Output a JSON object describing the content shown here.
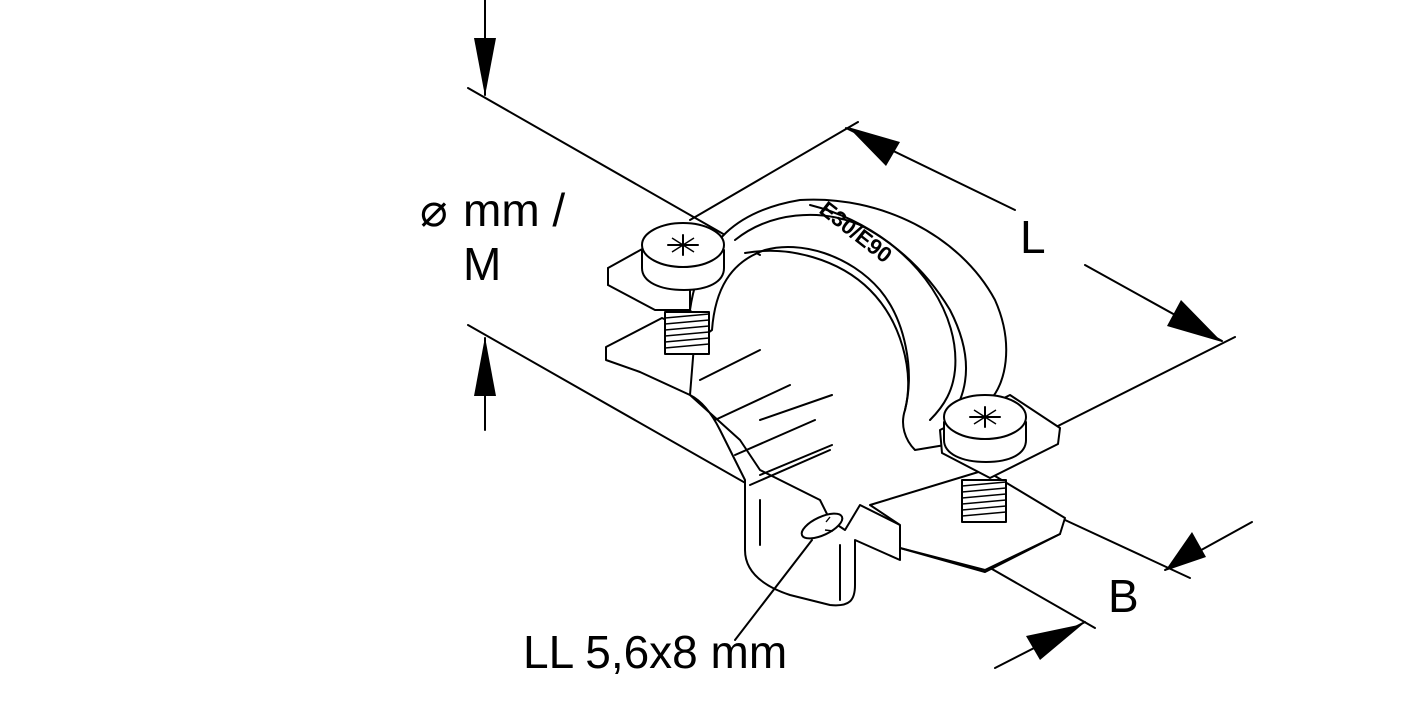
{
  "labels": {
    "diameter_symbol": "⌀",
    "diameter_unit": "mm /",
    "thread": "M",
    "length": "L",
    "width": "B",
    "slot": "LL 5,6x8 mm"
  },
  "stamp": "E30/E90",
  "colors": {
    "line": "#000000",
    "background": "#ffffff"
  },
  "icons": [
    "cross-recess-screw-icon",
    "dimension-arrow-icon"
  ]
}
